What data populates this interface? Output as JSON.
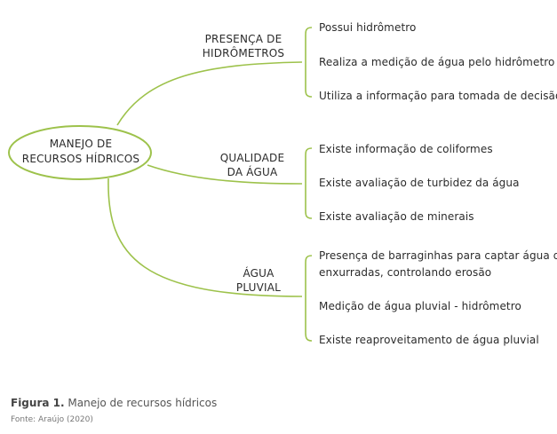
{
  "diagram": {
    "root": {
      "line1": "MANEJO DE",
      "line2": "RECURSOS HÍDRICOS"
    },
    "branches": [
      {
        "line1": "PRESENÇA DE",
        "line2": "HIDRÔMETROS",
        "leaves": [
          "Possui hidrômetro",
          "Realiza a medição de água pelo hidrômetro",
          "Utiliza a informação para tomada de decisão"
        ]
      },
      {
        "line1": "QUALIDADE",
        "line2": "DA ÁGUA",
        "leaves": [
          "Existe informação de coliformes",
          "Existe avaliação de turbidez da água",
          "Existe avaliação de minerais"
        ]
      },
      {
        "line1": "ÁGUA",
        "line2": "PLUVIAL",
        "leaves": [
          "Presença de barraginhas para captar água de",
          "enxurradas, controlando erosão",
          "Medição de água pluvial - hidrômetro",
          "Existe reaproveitamento de água pluvial"
        ]
      }
    ],
    "line_color": "#9dc24b"
  },
  "caption": {
    "label": "Figura 1.",
    "text": "Manejo de recursos hídricos"
  },
  "source": "Fonte: Araújo (2020)"
}
